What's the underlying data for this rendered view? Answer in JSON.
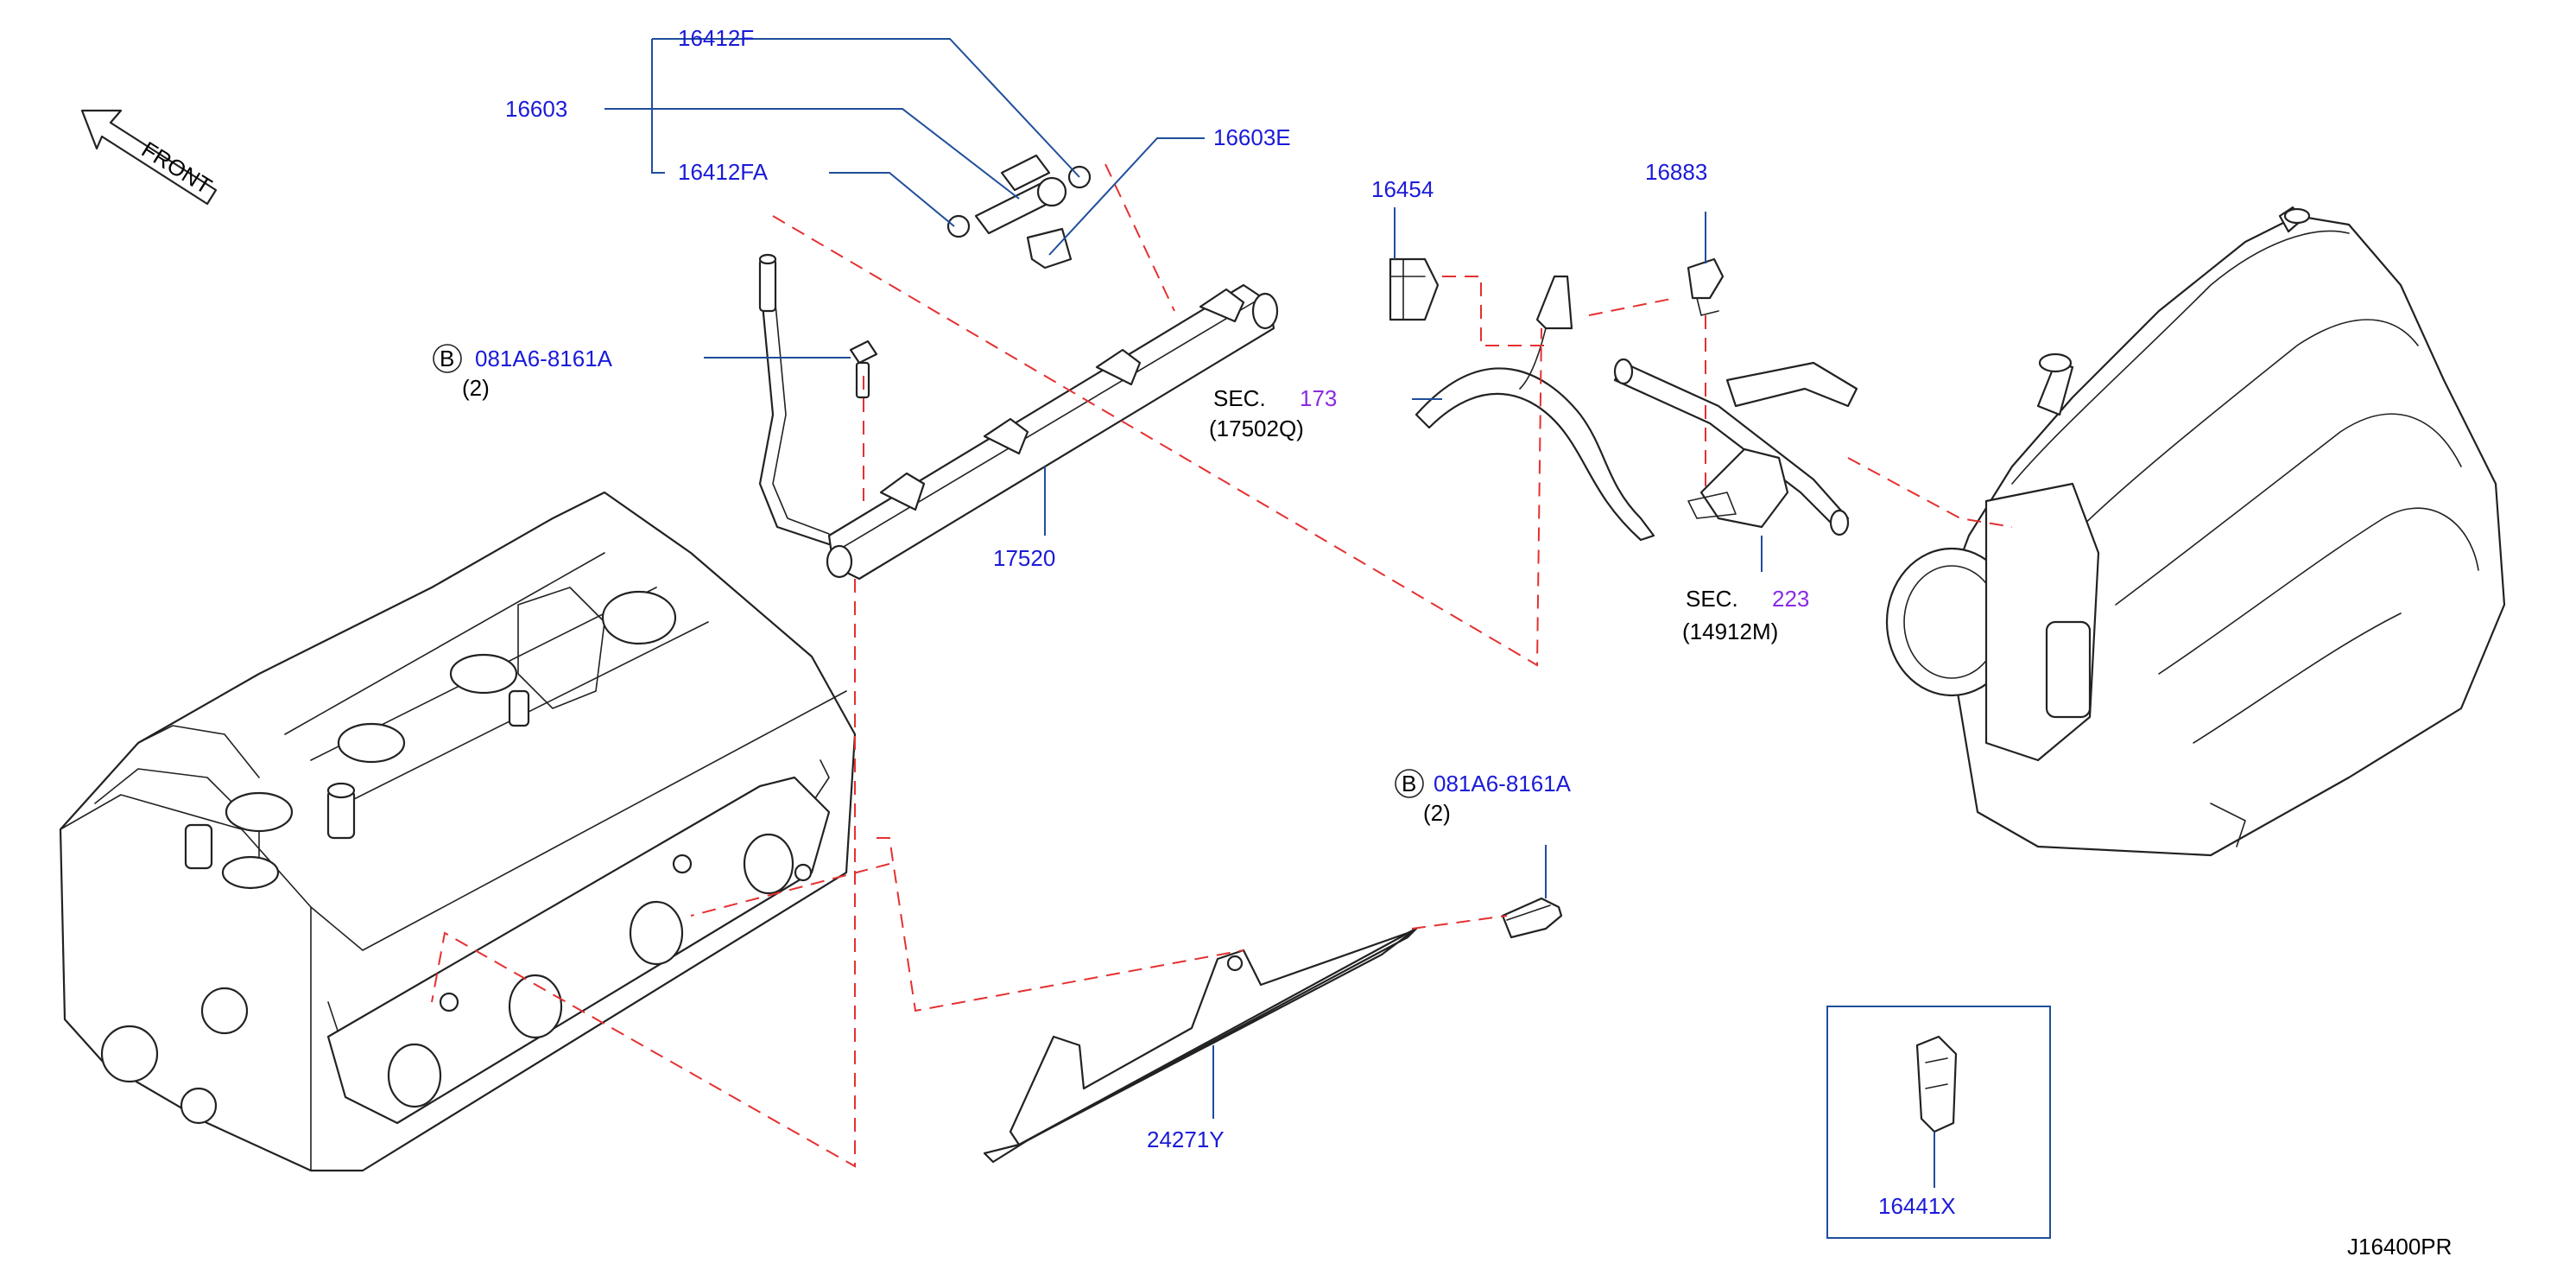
{
  "labels": {
    "front": "FRONT",
    "p16412F": "16412F",
    "p16603": "16603",
    "p16412FA": "16412FA",
    "p16603E": "16603E",
    "bolt1_circle": "B",
    "bolt1_num": "081A6-8161A",
    "bolt1_qty": "(2)",
    "p17520": "17520",
    "sec173_prefix": "SEC.",
    "sec173_num": "173",
    "sec173_sub": "(17502Q)",
    "p16454": "16454",
    "p16883": "16883",
    "sec223_prefix": "SEC.",
    "sec223_num": "223",
    "sec223_sub": "(14912M)",
    "bolt2_circle": "B",
    "bolt2_num": "081A6-8161A",
    "bolt2_qty": "(2)",
    "p24271Y": "24271Y",
    "p16441X": "16441X",
    "diagram_id": "J16400PR"
  },
  "colors": {
    "part_number": "#1a1ad9",
    "section_ref": "#8a2be2",
    "leader_line": "#1f4e9c",
    "dashed_guide": "#e53030",
    "outline": "#222222"
  },
  "icons": {
    "front_arrow": "front-arrow-icon"
  }
}
